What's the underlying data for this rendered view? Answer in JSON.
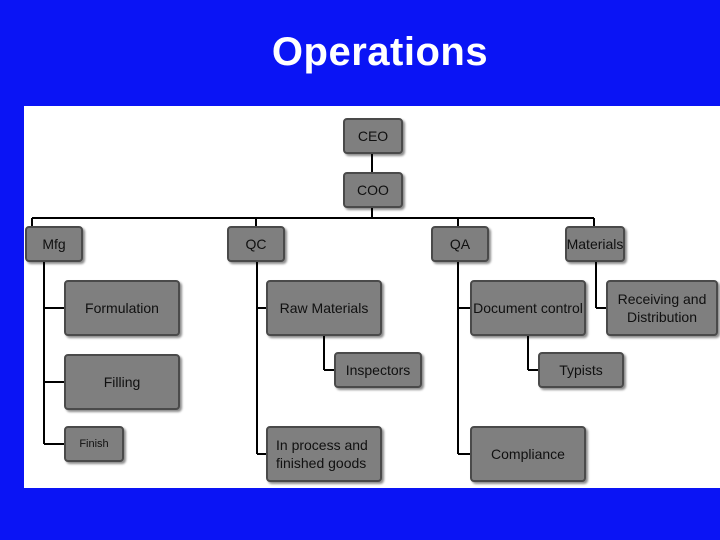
{
  "slide": {
    "title": "Operations"
  },
  "org_chart": {
    "ceo": "CEO",
    "coo": "COO",
    "departments": {
      "mfg": {
        "label": "Mfg",
        "children": [
          "Formulation",
          "Filling",
          "Finish"
        ]
      },
      "qc": {
        "label": "QC",
        "children": [
          "Raw Materials",
          "Inspectors",
          "In process and\nfinished goods"
        ]
      },
      "qa": {
        "label": "QA",
        "children": [
          "Document control",
          "Typists",
          "Compliance"
        ]
      },
      "materials": {
        "label": "Materials",
        "children": [
          "Receiving and\nDistribution"
        ]
      }
    }
  },
  "colors": {
    "background": "#0a14f5",
    "canvas": "#ffffff",
    "box_fill": "#7f7f7f",
    "box_border": "#4a4a4a",
    "connector": "#000000"
  }
}
